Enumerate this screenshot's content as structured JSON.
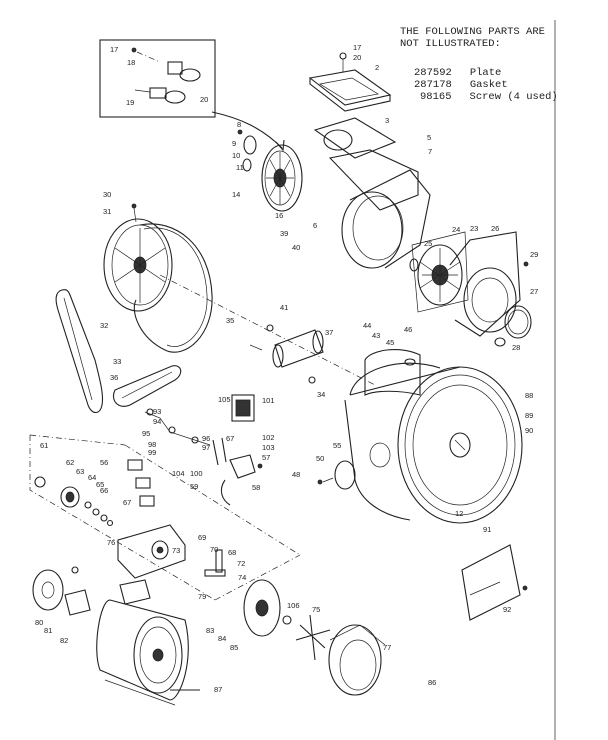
{
  "notes": {
    "header_line1": "THE FOLLOWING PARTS ARE",
    "header_line2": "NOT ILLUSTRATED:",
    "parts": [
      {
        "number": "287592",
        "name": "Plate"
      },
      {
        "number": "287178",
        "name": "Gasket"
      },
      {
        "number": "98165",
        "name": "Screw (4 used)"
      }
    ]
  },
  "labels": [
    "17",
    "18",
    "19",
    "20",
    "17",
    "20",
    "2",
    "3",
    "5",
    "7",
    "8",
    "9",
    "10",
    "11",
    "14",
    "16",
    "30",
    "31",
    "24",
    "25",
    "23",
    "26",
    "29",
    "27",
    "28",
    "39",
    "40",
    "6",
    "32",
    "33",
    "36",
    "35",
    "37",
    "41",
    "44",
    "43",
    "45",
    "46",
    "34",
    "88",
    "89",
    "90",
    "105",
    "101",
    "102",
    "103",
    "55",
    "93",
    "94",
    "96",
    "97",
    "98",
    "99",
    "95",
    "67",
    "57",
    "104",
    "100",
    "59",
    "58",
    "48",
    "50",
    "12",
    "61",
    "62",
    "63",
    "64",
    "56",
    "65",
    "66",
    "67",
    "69",
    "76",
    "73",
    "70",
    "68",
    "72",
    "74",
    "79",
    "106",
    "75",
    "77",
    "91",
    "92",
    "80",
    "81",
    "82",
    "83",
    "84",
    "85",
    "87",
    "86"
  ]
}
